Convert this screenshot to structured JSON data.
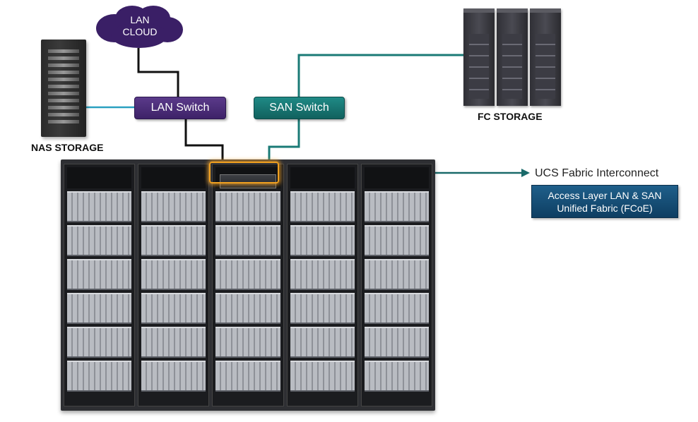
{
  "lan_cloud": {
    "label": "LAN\nCLOUD"
  },
  "switches": {
    "lan": "LAN Switch",
    "san": "SAN Switch"
  },
  "storage": {
    "nas": "NAS STORAGE",
    "fc": "FC STORAGE"
  },
  "ucs": {
    "title": "UCS Fabric Interconnect",
    "fabric_line1": "Access Layer LAN & SAN",
    "fabric_line2": "Unified Fabric (FCoE)"
  },
  "colors": {
    "lan_purple": "#3e2268",
    "san_teal": "#11615e",
    "fabric_blue": "#0e3e62",
    "highlight_orange": "#f0a020"
  }
}
